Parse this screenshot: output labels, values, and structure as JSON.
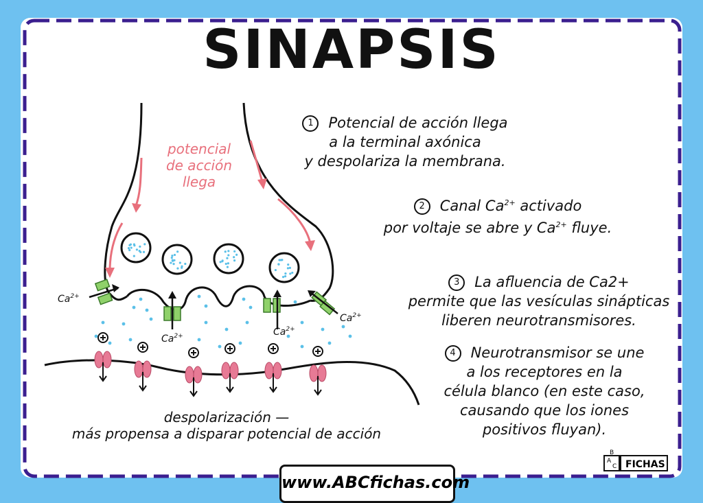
{
  "title": "SINAPSIS",
  "presynaptic_label": [
    "potencial",
    "de acción",
    "llega"
  ],
  "ion_label": "Ca",
  "ion_charge": "2+",
  "steps": [
    {
      "num": "1",
      "lines": [
        "Potencial de acción llega",
        "a la terminal axónica",
        "y despolariza la membrana."
      ]
    },
    {
      "num": "2",
      "line1_a": "Canal Ca",
      "line1_sup": "2+",
      "line1_b": " activado",
      "line2_a": "por voltaje se abre y  Ca",
      "line2_sup": "2+",
      "line2_b": " fluye."
    },
    {
      "num": "3",
      "lines": [
        "La afluencia de Ca2+",
        "permite que las vesículas sinápticas",
        "liberen neurotransmisores."
      ]
    },
    {
      "num": "4",
      "lines": [
        "Neurotransmisor se une",
        "a los receptores en la",
        "célula blanco (en este caso,",
        "causando que los iones",
        "positivos fluyan)."
      ]
    }
  ],
  "bottom_lines": [
    "despolarización —",
    "más propensa a disparar potencial de acción"
  ],
  "url": "www.ABCfichas.com",
  "logo": {
    "letters": [
      "A",
      "B",
      "C"
    ],
    "text": "FICHAS"
  },
  "colors": {
    "background": "#6ec1f0",
    "border_dash": "#3b1f8f",
    "pink": "#e8707c",
    "vesicle_dots": "#5bc0e8",
    "channel": "#8fd16a",
    "receptor": "#e77a95"
  }
}
